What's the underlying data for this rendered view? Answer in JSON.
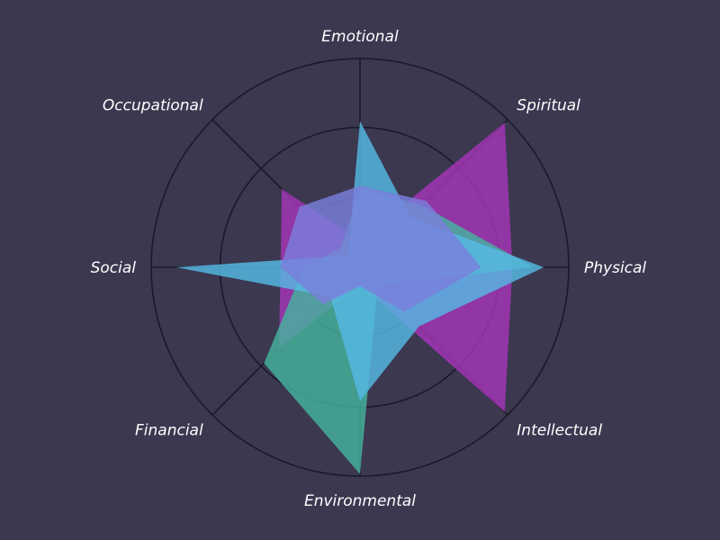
{
  "chart_data": {
    "type": "radar",
    "title": "",
    "axes": [
      "Emotional",
      "Spiritual",
      "Physical",
      "Intellectual",
      "Environmental",
      "Financial",
      "Social",
      "Occupational"
    ],
    "range": [
      0,
      1
    ],
    "rings": [
      0.33,
      0.67,
      1.0
    ],
    "grid": true,
    "legend": "none",
    "series": [
      {
        "values": [
          0.13,
          0.98,
          0.73,
          0.98,
          0.08,
          0.55,
          0.38,
          0.53
        ],
        "color": "#a634b8"
      },
      {
        "values": [
          0.38,
          0.42,
          0.83,
          0.12,
          0.99,
          0.65,
          0.27,
          0.13
        ],
        "color": "#46b39d"
      },
      {
        "values": [
          0.7,
          0.34,
          0.88,
          0.4,
          0.64,
          0.2,
          0.88,
          0.08
        ],
        "color": "#55b9e4"
      },
      {
        "values": [
          0.39,
          0.45,
          0.58,
          0.3,
          0.09,
          0.25,
          0.38,
          0.41
        ],
        "color": "#7a7fdc"
      }
    ]
  }
}
